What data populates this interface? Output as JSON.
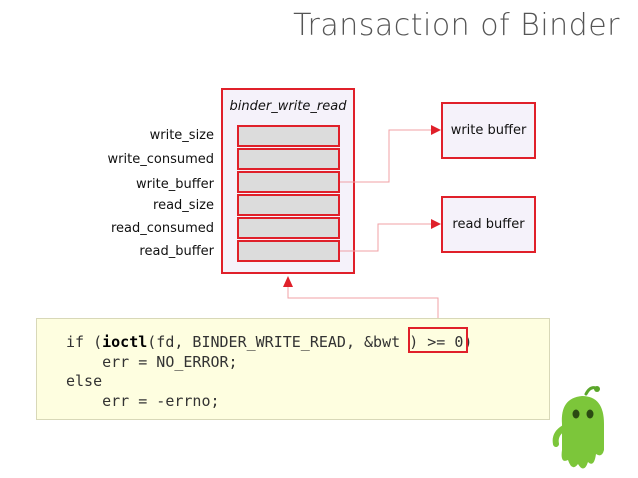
{
  "title": "Transaction of Binder",
  "struct": {
    "name": "binder_write_read",
    "fields": [
      "write_size",
      "write_consumed",
      "write_buffer",
      "read_size",
      "read_consumed",
      "read_buffer"
    ]
  },
  "buffers": {
    "write": "write buffer",
    "read": "read buffer"
  },
  "code": {
    "line1_a": "if (",
    "line1_fn": "ioctl",
    "line1_b": "(fd, BINDER_WRITE_READ, ",
    "line1_arg": "&bwt ",
    "line1_c": ") >= 0)",
    "line2": "    err = NO_ERROR;",
    "line3": "else",
    "line4": "    err = -errno;"
  },
  "colors": {
    "accent_red": "#e0202a",
    "box_fill": "#f5f2fa",
    "field_fill": "#dcdcdc",
    "code_bg": "#fefee0"
  },
  "mascot_icon": "android-ghost-mascot-icon"
}
